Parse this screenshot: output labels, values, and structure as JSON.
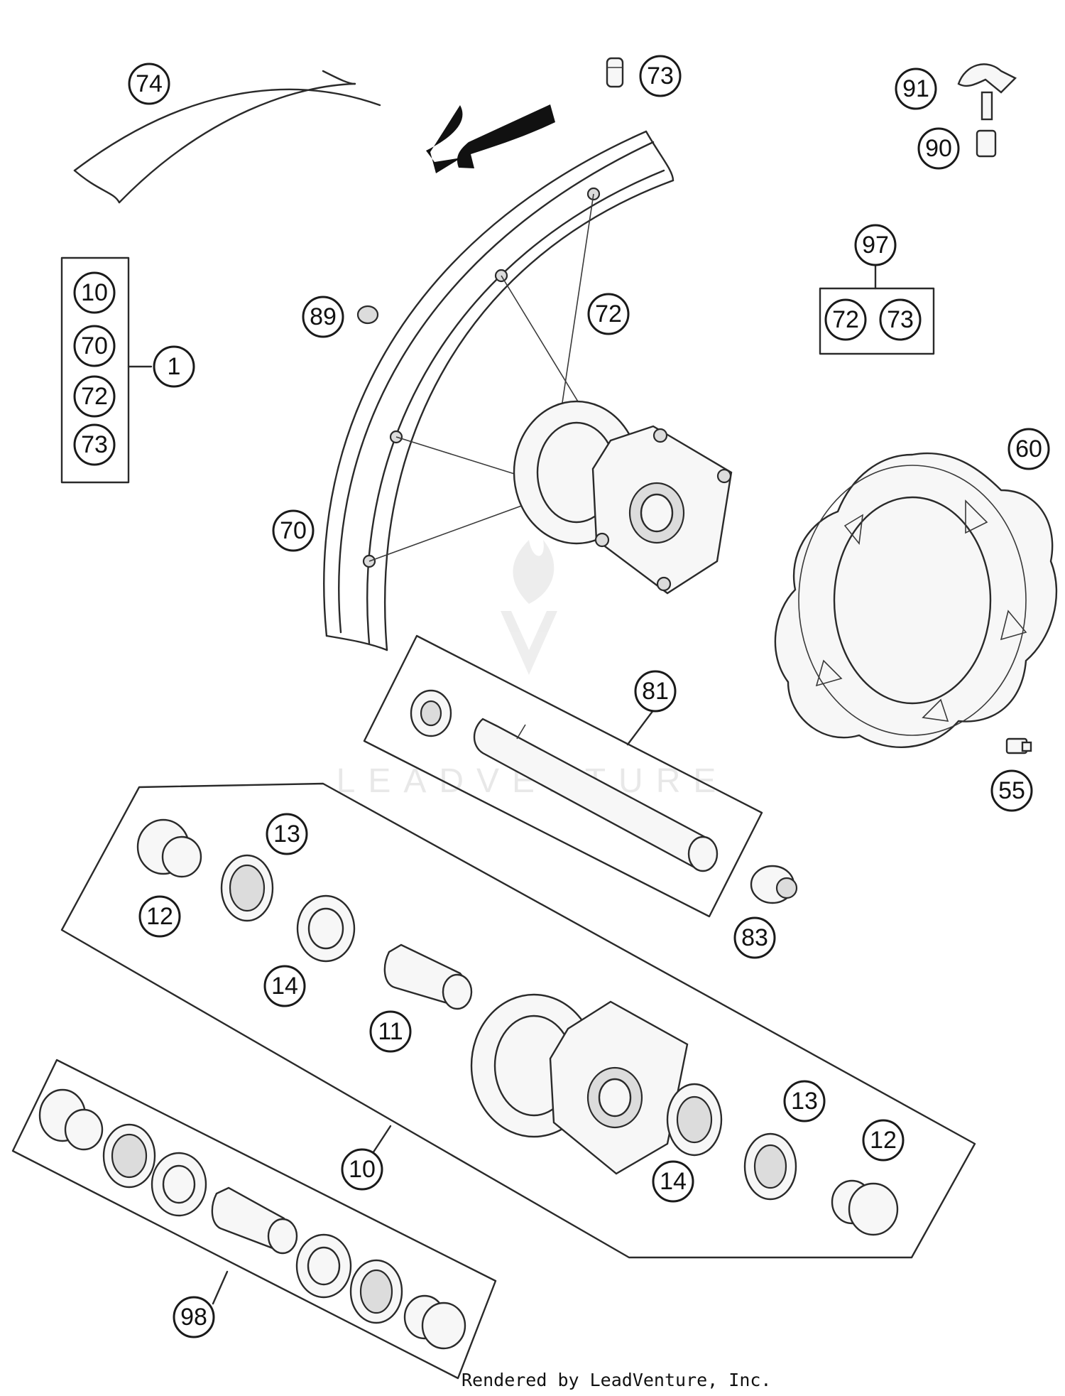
{
  "diagram": {
    "callouts": [
      {
        "id": "c74",
        "label": "74"
      },
      {
        "id": "c73a",
        "label": "73"
      },
      {
        "id": "c91",
        "label": "91"
      },
      {
        "id": "c90",
        "label": "90"
      },
      {
        "id": "c97",
        "label": "97"
      },
      {
        "id": "c97-72",
        "label": "72"
      },
      {
        "id": "c97-73",
        "label": "73"
      },
      {
        "id": "c1",
        "label": "1"
      },
      {
        "id": "c1-10",
        "label": "10"
      },
      {
        "id": "c1-70",
        "label": "70"
      },
      {
        "id": "c1-72",
        "label": "72"
      },
      {
        "id": "c1-73",
        "label": "73"
      },
      {
        "id": "c89",
        "label": "89"
      },
      {
        "id": "c72",
        "label": "72"
      },
      {
        "id": "c60",
        "label": "60"
      },
      {
        "id": "c70",
        "label": "70"
      },
      {
        "id": "c81",
        "label": "81"
      },
      {
        "id": "c55",
        "label": "55"
      },
      {
        "id": "c13a",
        "label": "13"
      },
      {
        "id": "c12a",
        "label": "12"
      },
      {
        "id": "c83",
        "label": "83"
      },
      {
        "id": "c14a",
        "label": "14"
      },
      {
        "id": "c11",
        "label": "11"
      },
      {
        "id": "c13b",
        "label": "13"
      },
      {
        "id": "c12b",
        "label": "12"
      },
      {
        "id": "c10",
        "label": "10"
      },
      {
        "id": "c14b",
        "label": "14"
      },
      {
        "id": "c98",
        "label": "98"
      }
    ]
  },
  "watermark": "LEADVENTURE",
  "footer": "Rendered by LeadVenture, Inc."
}
